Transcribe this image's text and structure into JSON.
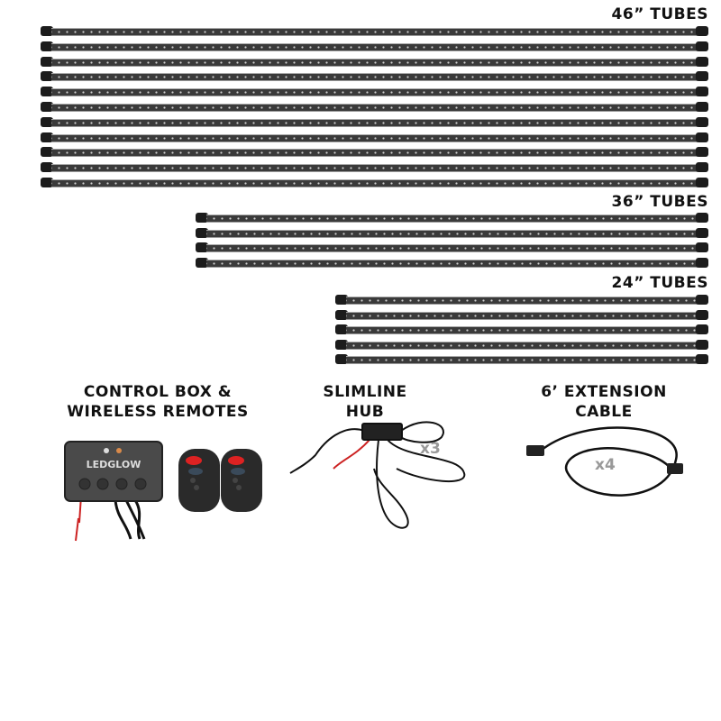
{
  "groups": [
    {
      "label": "46” TUBES",
      "count": 11
    },
    {
      "label": "36” TUBES",
      "count": 4
    },
    {
      "label": "24” TUBES",
      "count": 5
    }
  ],
  "components": {
    "control_box": {
      "title_line1": "CONTROL BOX &",
      "title_line2": "WIRELESS REMOTES",
      "logo": "LEDGLOW"
    },
    "hub": {
      "title_line1": "SLIMLINE",
      "title_line2": "HUB",
      "qty": "x3"
    },
    "cable": {
      "title_line1": "6’ EXTENSION",
      "title_line2": "CABLE",
      "qty": "x4"
    }
  }
}
